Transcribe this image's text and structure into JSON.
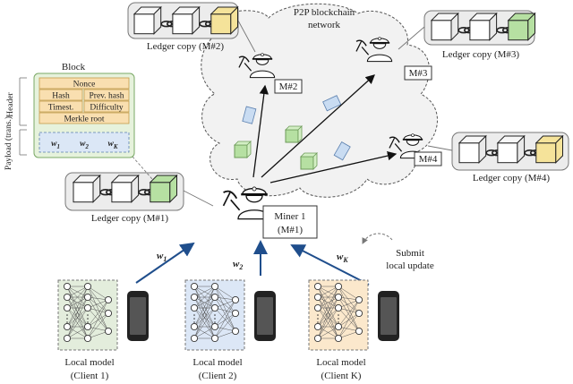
{
  "network": {
    "title_line1": "P2P blockchain",
    "title_line2": "network"
  },
  "block": {
    "title": "Block",
    "header_label": "Header",
    "payload_label": "Payload (trans.)",
    "fields": {
      "nonce": "Nonce",
      "hash": "Hash",
      "prev_hash": "Prev. hash",
      "timest": "Timest.",
      "difficulty": "Difficulty",
      "merkle_root": "Merkle root"
    },
    "payload_items": [
      "w1",
      "w2",
      "wK"
    ]
  },
  "ledgers": [
    {
      "label": "Ledger copy (M#1)"
    },
    {
      "label": "Ledger copy (M#2)"
    },
    {
      "label": "Ledger copy (M#3)"
    },
    {
      "label": "Ledger copy (M#4)"
    }
  ],
  "miners": [
    {
      "line1": "Miner 1",
      "line2": "(M#1)"
    },
    {
      "label": "M#2"
    },
    {
      "label": "M#3"
    },
    {
      "label": "M#4"
    }
  ],
  "clients": [
    {
      "line1": "Local model",
      "line2": "(Client 1)",
      "color": "#e3eddc",
      "weight": "w1"
    },
    {
      "line1": "Local model",
      "line2": "(Client 2)",
      "color": "#dce7f6",
      "weight": "w2"
    },
    {
      "line1": "Local model",
      "line2": "(Client K)",
      "color": "#fbe8cc",
      "weight": "wK"
    }
  ],
  "submit_note": {
    "line1": "Submit",
    "line2": "local update"
  },
  "colors": {
    "arrow_blue": "#1f4e8c",
    "cube_green": "#b6e0a2",
    "cube_yellow": "#f5e39a",
    "block_green": "#e6f2dc",
    "field_orange": "#f9dfb0",
    "payload_blue": "#dbe7f6",
    "panel_gray": "#ececec"
  }
}
